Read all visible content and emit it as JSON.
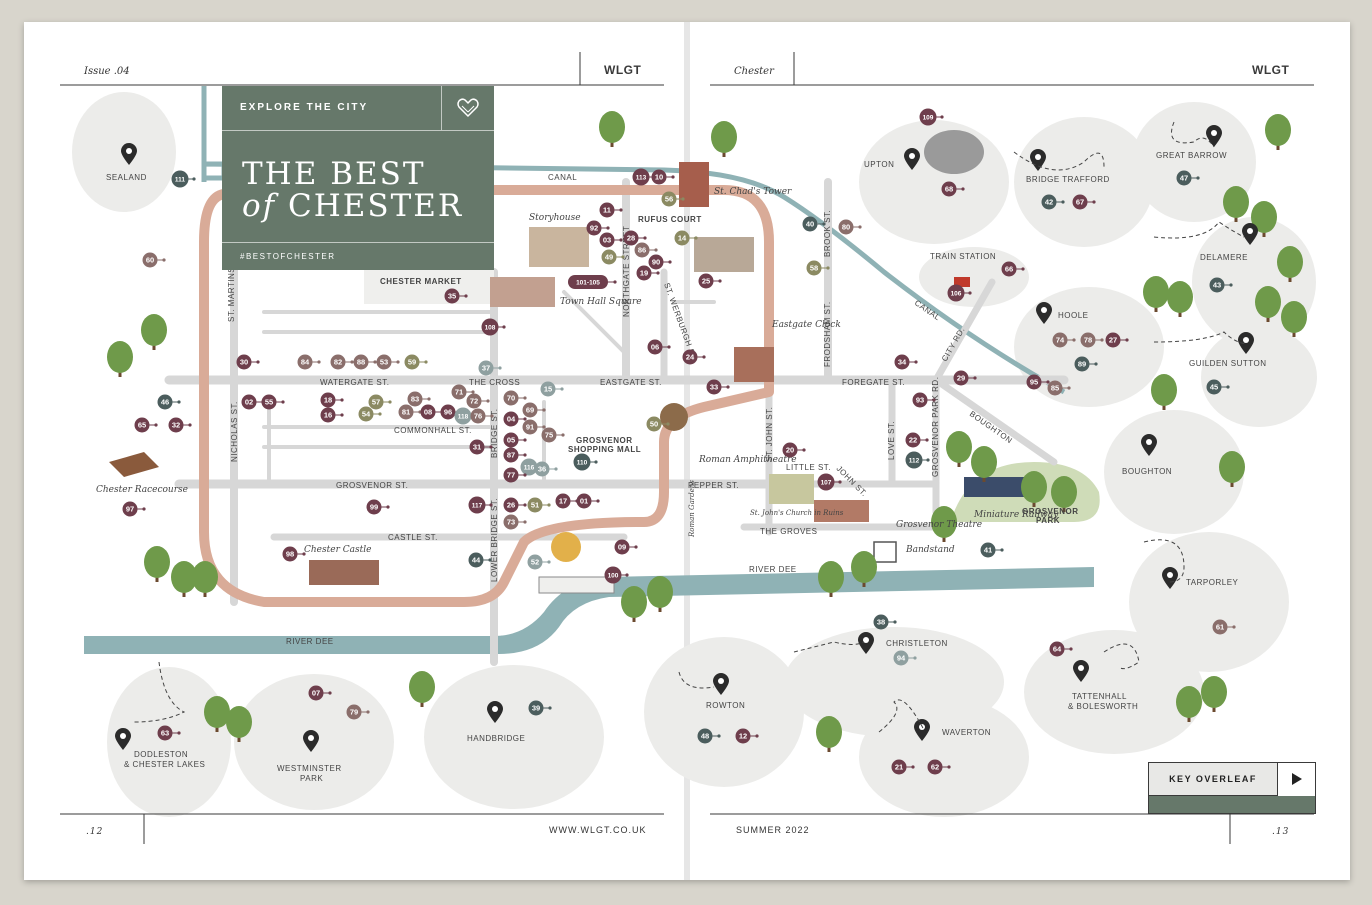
{
  "header": {
    "issue": "Issue .04",
    "left_logo": "WLGT",
    "right_script": "Chester",
    "right_logo": "WLGT"
  },
  "title_box": {
    "explore": "EXPLORE THE CITY",
    "line1": "THE BEST",
    "line2_italic": "of",
    "line2": "CHESTER",
    "hashtag": "#BESTOFCHESTER"
  },
  "footer": {
    "left_page": ".12",
    "website": "WWW.WLGT.CO.UK",
    "season": "SUMMER 2022",
    "right_page": ".13"
  },
  "key_overleaf": {
    "label": "KEY OVERLEAF"
  },
  "colors": {
    "plum": "#6e3e4c",
    "slate": "#4b5d5d",
    "mauve": "#8a6e6b",
    "olive": "#8b8a62",
    "sage": "#8fa0a0",
    "river": "#8fb2b5",
    "wall": "#d9ab98",
    "street": "#d7d7d7",
    "area": "#ececea",
    "title_bg": "#66786a"
  },
  "streets": [
    "ST. MARTINS WAY",
    "NICHOLAS ST.",
    "WATERGATE ST.",
    "THE CROSS",
    "EASTGATE ST.",
    "FOREGATE ST.",
    "COMMONHALL ST.",
    "GROSVENOR ST.",
    "CASTLE ST.",
    "BRIDGE ST.",
    "LOWER BRIDGE ST.",
    "PEPPER ST.",
    "LITTLE ST.",
    "ST. JOHN ST.",
    "JOHN ST.",
    "LOVE ST.",
    "GROSVENOR PARK RD.",
    "CITY RD.",
    "BOUGHTON",
    "FRODSHAM ST.",
    "BROOK ST.",
    "NORTHGATE STREET",
    "ST. WERBURGH ST.",
    "CANAL",
    "RIVER DEE",
    "THE GROVES"
  ],
  "places": [
    "SEALAND",
    "UPTON",
    "BRIDGE TRAFFORD",
    "GREAT BARROW",
    "DELAMERE",
    "HOOLE",
    "GUILDEN SUTTON",
    "BOUGHTON",
    "TARPORLEY",
    "CHRISTLETON",
    "TATTENHALL",
    "& BOLESWORTH",
    "WAVERTON",
    "ROWTON",
    "HANDBRIDGE",
    "WESTMINSTER",
    "PARK",
    "DODLESTON",
    "& CHESTER LAKES",
    "TRAIN STATION"
  ],
  "landmarks": [
    "CHESTER MARKET",
    "RUFUS COURT",
    "GROSVENOR",
    "SHOPPING MALL",
    "GROSVENOR",
    "PARK"
  ],
  "script_labels": [
    "Storyhouse",
    "St. Chad's Tower",
    "Town Hall Square",
    "Eastgate Clock",
    "Roman Amphitheatre",
    "St. John's Church in Ruins",
    "Roman Gardens",
    "Chester Castle",
    "Chester Racecourse",
    "Grosvenor Theatre",
    "Miniature Railway",
    "Bandstand"
  ],
  "markers": [
    {
      "n": "111",
      "c": "slate"
    },
    {
      "n": "60",
      "c": "mauve"
    },
    {
      "n": "113",
      "c": "plum"
    },
    {
      "n": "10",
      "c": "plum"
    },
    {
      "n": "56",
      "c": "olive"
    },
    {
      "n": "11",
      "c": "plum"
    },
    {
      "n": "92",
      "c": "plum"
    },
    {
      "n": "03",
      "c": "plum"
    },
    {
      "n": "49",
      "c": "olive"
    },
    {
      "n": "28",
      "c": "plum"
    },
    {
      "n": "14",
      "c": "olive"
    },
    {
      "n": "86",
      "c": "mauve"
    },
    {
      "n": "90",
      "c": "plum"
    },
    {
      "n": "19",
      "c": "plum"
    },
    {
      "n": "25",
      "c": "plum"
    },
    {
      "n": "101-105",
      "c": "plum"
    },
    {
      "n": "35",
      "c": "plum"
    },
    {
      "n": "108",
      "c": "plum"
    },
    {
      "n": "06",
      "c": "plum"
    },
    {
      "n": "24",
      "c": "plum"
    },
    {
      "n": "30",
      "c": "plum"
    },
    {
      "n": "84",
      "c": "mauve"
    },
    {
      "n": "82",
      "c": "mauve"
    },
    {
      "n": "88",
      "c": "mauve"
    },
    {
      "n": "53",
      "c": "mauve"
    },
    {
      "n": "59",
      "c": "olive"
    },
    {
      "n": "37",
      "c": "sage"
    },
    {
      "n": "15",
      "c": "sage"
    },
    {
      "n": "33",
      "c": "plum"
    },
    {
      "n": "46",
      "c": "slate"
    },
    {
      "n": "02",
      "c": "plum"
    },
    {
      "n": "55",
      "c": "plum"
    },
    {
      "n": "18",
      "c": "plum"
    },
    {
      "n": "16",
      "c": "plum"
    },
    {
      "n": "57",
      "c": "olive"
    },
    {
      "n": "54",
      "c": "olive"
    },
    {
      "n": "83",
      "c": "mauve"
    },
    {
      "n": "81",
      "c": "mauve"
    },
    {
      "n": "08",
      "c": "plum"
    },
    {
      "n": "96",
      "c": "plum"
    },
    {
      "n": "118",
      "c": "sage"
    },
    {
      "n": "76",
      "c": "mauve"
    },
    {
      "n": "71",
      "c": "mauve"
    },
    {
      "n": "72",
      "c": "mauve"
    },
    {
      "n": "70",
      "c": "mauve"
    },
    {
      "n": "04",
      "c": "plum"
    },
    {
      "n": "69",
      "c": "mauve"
    },
    {
      "n": "91",
      "c": "mauve"
    },
    {
      "n": "75",
      "c": "mauve"
    },
    {
      "n": "50",
      "c": "olive"
    },
    {
      "n": "65",
      "c": "plum"
    },
    {
      "n": "32",
      "c": "plum"
    },
    {
      "n": "31",
      "c": "plum"
    },
    {
      "n": "05",
      "c": "plum"
    },
    {
      "n": "87",
      "c": "plum"
    },
    {
      "n": "116",
      "c": "sage"
    },
    {
      "n": "36",
      "c": "sage"
    },
    {
      "n": "77",
      "c": "plum"
    },
    {
      "n": "110",
      "c": "slate"
    },
    {
      "n": "97",
      "c": "plum"
    },
    {
      "n": "99",
      "c": "plum"
    },
    {
      "n": "117",
      "c": "plum"
    },
    {
      "n": "26",
      "c": "plum"
    },
    {
      "n": "51",
      "c": "olive"
    },
    {
      "n": "17",
      "c": "plum"
    },
    {
      "n": "01",
      "c": "plum"
    },
    {
      "n": "73",
      "c": "mauve"
    },
    {
      "n": "98",
      "c": "plum"
    },
    {
      "n": "09",
      "c": "plum"
    },
    {
      "n": "44",
      "c": "slate"
    },
    {
      "n": "52",
      "c": "sage"
    },
    {
      "n": "100",
      "c": "plum"
    },
    {
      "n": "40",
      "c": "slate"
    },
    {
      "n": "80",
      "c": "mauve"
    },
    {
      "n": "58",
      "c": "olive"
    },
    {
      "n": "66",
      "c": "plum"
    },
    {
      "n": "106",
      "c": "plum"
    },
    {
      "n": "109",
      "c": "plum"
    },
    {
      "n": "68",
      "c": "plum"
    },
    {
      "n": "42",
      "c": "slate"
    },
    {
      "n": "67",
      "c": "plum"
    },
    {
      "n": "47",
      "c": "slate"
    },
    {
      "n": "43",
      "c": "slate"
    },
    {
      "n": "74",
      "c": "mauve"
    },
    {
      "n": "78",
      "c": "mauve"
    },
    {
      "n": "27",
      "c": "plum"
    },
    {
      "n": "89",
      "c": "slate"
    },
    {
      "n": "45",
      "c": "slate"
    },
    {
      "n": "95",
      "c": "plum"
    },
    {
      "n": "85",
      "c": "mauve"
    },
    {
      "n": "34",
      "c": "plum"
    },
    {
      "n": "29",
      "c": "plum"
    },
    {
      "n": "93",
      "c": "plum"
    },
    {
      "n": "22",
      "c": "plum"
    },
    {
      "n": "112",
      "c": "slate"
    },
    {
      "n": "20",
      "c": "plum"
    },
    {
      "n": "107",
      "c": "plum"
    },
    {
      "n": "41",
      "c": "slate"
    },
    {
      "n": "38",
      "c": "slate"
    },
    {
      "n": "94",
      "c": "sage"
    },
    {
      "n": "61",
      "c": "mauve"
    },
    {
      "n": "64",
      "c": "plum"
    },
    {
      "n": "48",
      "c": "slate"
    },
    {
      "n": "12",
      "c": "plum"
    },
    {
      "n": "21",
      "c": "plum"
    },
    {
      "n": "62",
      "c": "plum"
    },
    {
      "n": "39",
      "c": "slate"
    },
    {
      "n": "07",
      "c": "plum"
    },
    {
      "n": "79",
      "c": "mauve"
    },
    {
      "n": "63",
      "c": "plum"
    }
  ]
}
